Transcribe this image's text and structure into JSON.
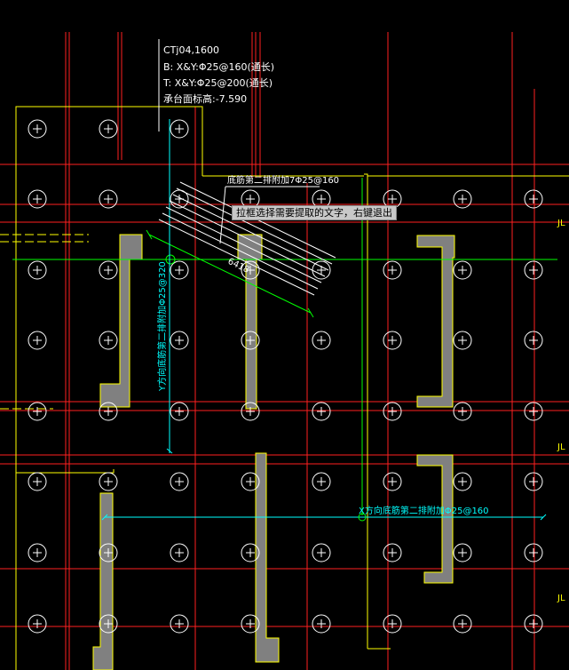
{
  "colors": {
    "background": "#000000",
    "axis_line": "#ff0000",
    "outline": "#ffff00",
    "pile_marker": "#ffffff",
    "wall_fill": "#808080",
    "annotation_text": "#ffffff",
    "dimension_line": "#00ffff",
    "reference_line": "#00ff00",
    "side_label": "#ffff00",
    "tooltip_bg": "#c8c8c8"
  },
  "annotation": {
    "cap_name": "CTj04,1600",
    "bottom_rebar": "B: X&Y:Φ25@160(通长)",
    "top_rebar": "T: X&Y:Φ25@200(通长)",
    "cap_elevation": "承台面标高:-7.590"
  },
  "labels": {
    "diag_strip": "底筋第二排附加7Φ25@160",
    "y_strip": "Y方向底筋第二排附加Φ25@320",
    "x_strip": "X方向底筋第二排附加Φ25@160",
    "dim_value": "6418",
    "side_jl": "JL"
  },
  "tooltip": {
    "text": "拉框选择需要提取的文字，右键退出"
  },
  "icons": {
    "pile_marker": "circle-cross-icon",
    "node_marker": "small-circle-icon"
  }
}
